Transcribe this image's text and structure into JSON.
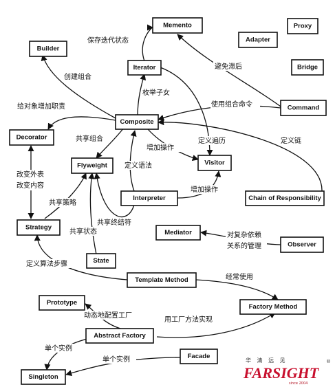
{
  "diagram": {
    "nodes": {
      "memento": "Memento",
      "adapter": "Adapter",
      "proxy": "Proxy",
      "builder": "Builder",
      "iterator": "Iterator",
      "bridge": "Bridge",
      "command": "Command",
      "composite": "Composite",
      "decorator": "Decorator",
      "flyweight": "Flyweight",
      "visitor": "Visitor",
      "interpreter": "Interpreter",
      "chain": "Chain of Responsibility",
      "strategy": "Strategy",
      "mediator": "Mediator",
      "observer": "Observer",
      "state": "State",
      "template_method": "Template Method",
      "prototype": "Prototype",
      "factory_method": "Factory Method",
      "abstract_factory": "Abstract Factory",
      "facade": "Facade",
      "singleton": "Singleton"
    },
    "labels": {
      "save_iter_state": "保存迭代状态",
      "avoid_lag": "避免滞后",
      "create_composite": "创建组合",
      "enumerate_children": "枚举子女",
      "add_duties": "给对象增加职责",
      "use_composite_cmd": "使用组合命令",
      "share_composite": "共享组合",
      "add_operation_1": "增加操作",
      "define_traversal": "定义遍历",
      "define_chain": "定义链",
      "change_skin": "改变外表",
      "change_guts": "改变内容",
      "define_grammar": "定义语法",
      "add_operation_2": "增加操作",
      "share_strategy": "共享策略",
      "share_terminal": "共享终结符",
      "share_state": "共享状态",
      "complex_deps_1": "对复杂依赖",
      "complex_deps_2": "关系的管理",
      "define_algo_steps": "定义算法步骤",
      "often_use": "经常使用",
      "dynamic_factory": "动态地配置工厂",
      "impl_with_fm": "用工厂方法实现",
      "single_instance_1": "单个实例",
      "single_instance_2": "单个实例"
    }
  },
  "logo": {
    "cn_text": "华 清 远 见",
    "main_text": "FARSIGHT",
    "sub_text": "since 2004",
    "registered": "®",
    "colors": {
      "red": "#c8102e",
      "dark": "#1a1a1a"
    }
  }
}
